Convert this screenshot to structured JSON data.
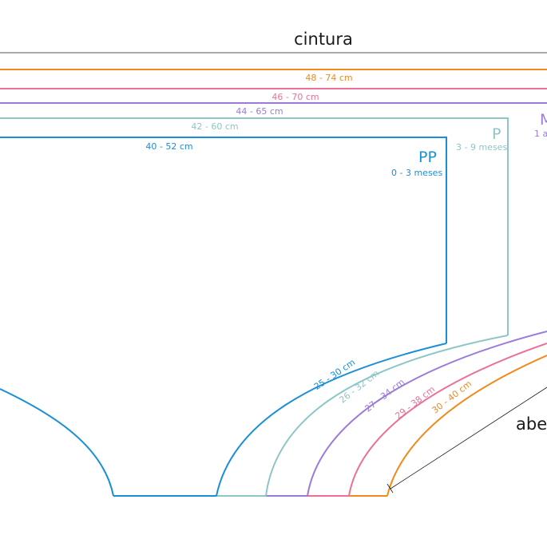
{
  "title": "cintura",
  "leg_opening_label": "abe",
  "colors": {
    "pp": "#1a8fd8",
    "p": "#8ec5c8",
    "m": "#9a7bdb",
    "g": "#ec6f9a",
    "gg": "#f08a1c",
    "ink": "#1a1a1a"
  },
  "sizes": [
    {
      "key": "pp",
      "size": "PP",
      "age": "0 - 3 meses",
      "waist": "40 - 52 cm",
      "leg": "25 - 30 cm"
    },
    {
      "key": "p",
      "size": "P",
      "age": "3 - 9 meses",
      "waist": "42 - 60 cm",
      "leg": "26 - 32 cm"
    },
    {
      "key": "m",
      "size": "M",
      "age": "1 a",
      "waist": "44 - 65 cm",
      "leg": "27 - 34 cm"
    },
    {
      "key": "g",
      "waist": "46 - 70 cm",
      "leg": "29 - 38 cm"
    },
    {
      "key": "gg",
      "waist": "48 - 74 cm",
      "leg": "30 - 40 cm"
    }
  ]
}
